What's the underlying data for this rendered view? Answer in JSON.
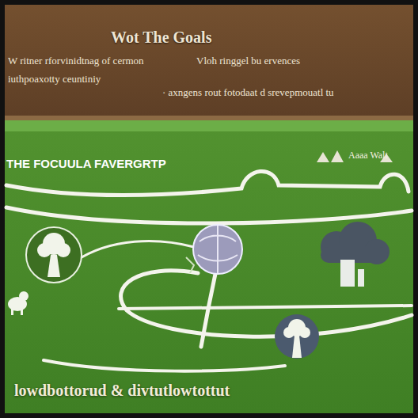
{
  "diagram": {
    "title": "Wot The Goals",
    "labels": [
      "W ritner rforvinidtnag of cermon",
      "Vloh ringgel bu ervences",
      "iuthpoaxotty ceuntiniy",
      "· axngens rout fotodaat d srevepmouatl tu",
      "THE FOCUULA FAVERGRTP",
      "Aaaa Walt",
      "lowdbottorud & divtutlowtottut"
    ]
  }
}
